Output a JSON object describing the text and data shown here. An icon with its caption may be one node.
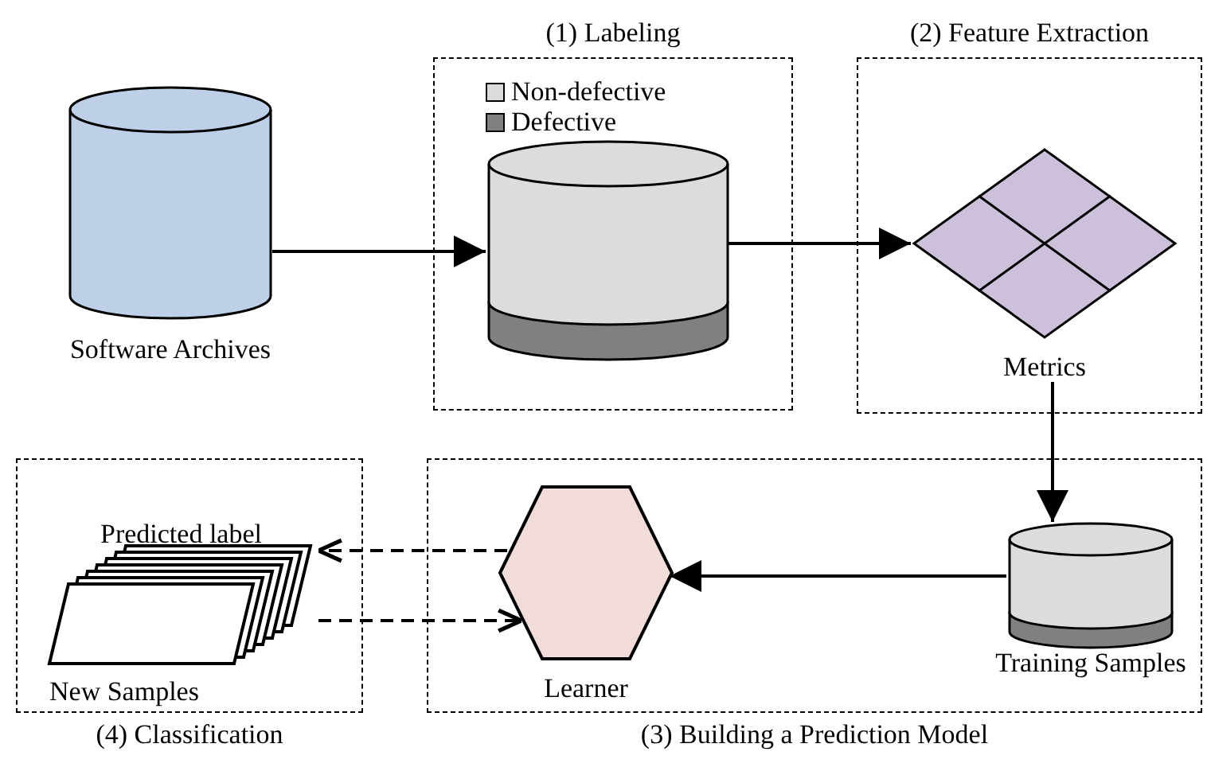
{
  "diagram": {
    "nodes": [
      {
        "text": [
          "(1) Labeling"
        ]
      },
      {
        "text": [
          "(2) Feature Extraction"
        ]
      },
      {
        "text": [
          "(4) Classification"
        ]
      },
      {
        "text": [
          "(3) Building a Prediction Model"
        ]
      },
      {
        "text": [
          "Software Archives"
        ]
      },
      {
        "text": [],
        "shape": "cylinder",
        "in": 0
      },
      {
        "text": [
          "Metrics"
        ],
        "in": 1
      },
      {
        "text": [
          "Training Samples"
        ],
        "in": 3
      },
      {
        "text": [
          "Learner"
        ],
        "in": 3
      },
      {
        "text": [
          "Predicted label",
          "New Samples"
        ],
        "in": 2
      }
    ],
    "edges": [
      {
        "from": 4,
        "to": 5,
        "arrow": "to"
      },
      {
        "from": 5,
        "to": 6,
        "arrow": "to"
      },
      {
        "from": 6,
        "to": 7,
        "arrow": "to"
      },
      {
        "from": 7,
        "to": 8,
        "arrow": "to"
      },
      {
        "from": 8,
        "to": 9,
        "arrow": "to",
        "style": "dashed"
      },
      {
        "from": 9,
        "to": 8,
        "arrow": "to",
        "style": "dashed"
      }
    ],
    "legend": [
      {
        "text": "Non-defective",
        "color": "#dcdcdc"
      },
      {
        "text": "Defective",
        "color": "#808080"
      }
    ]
  }
}
